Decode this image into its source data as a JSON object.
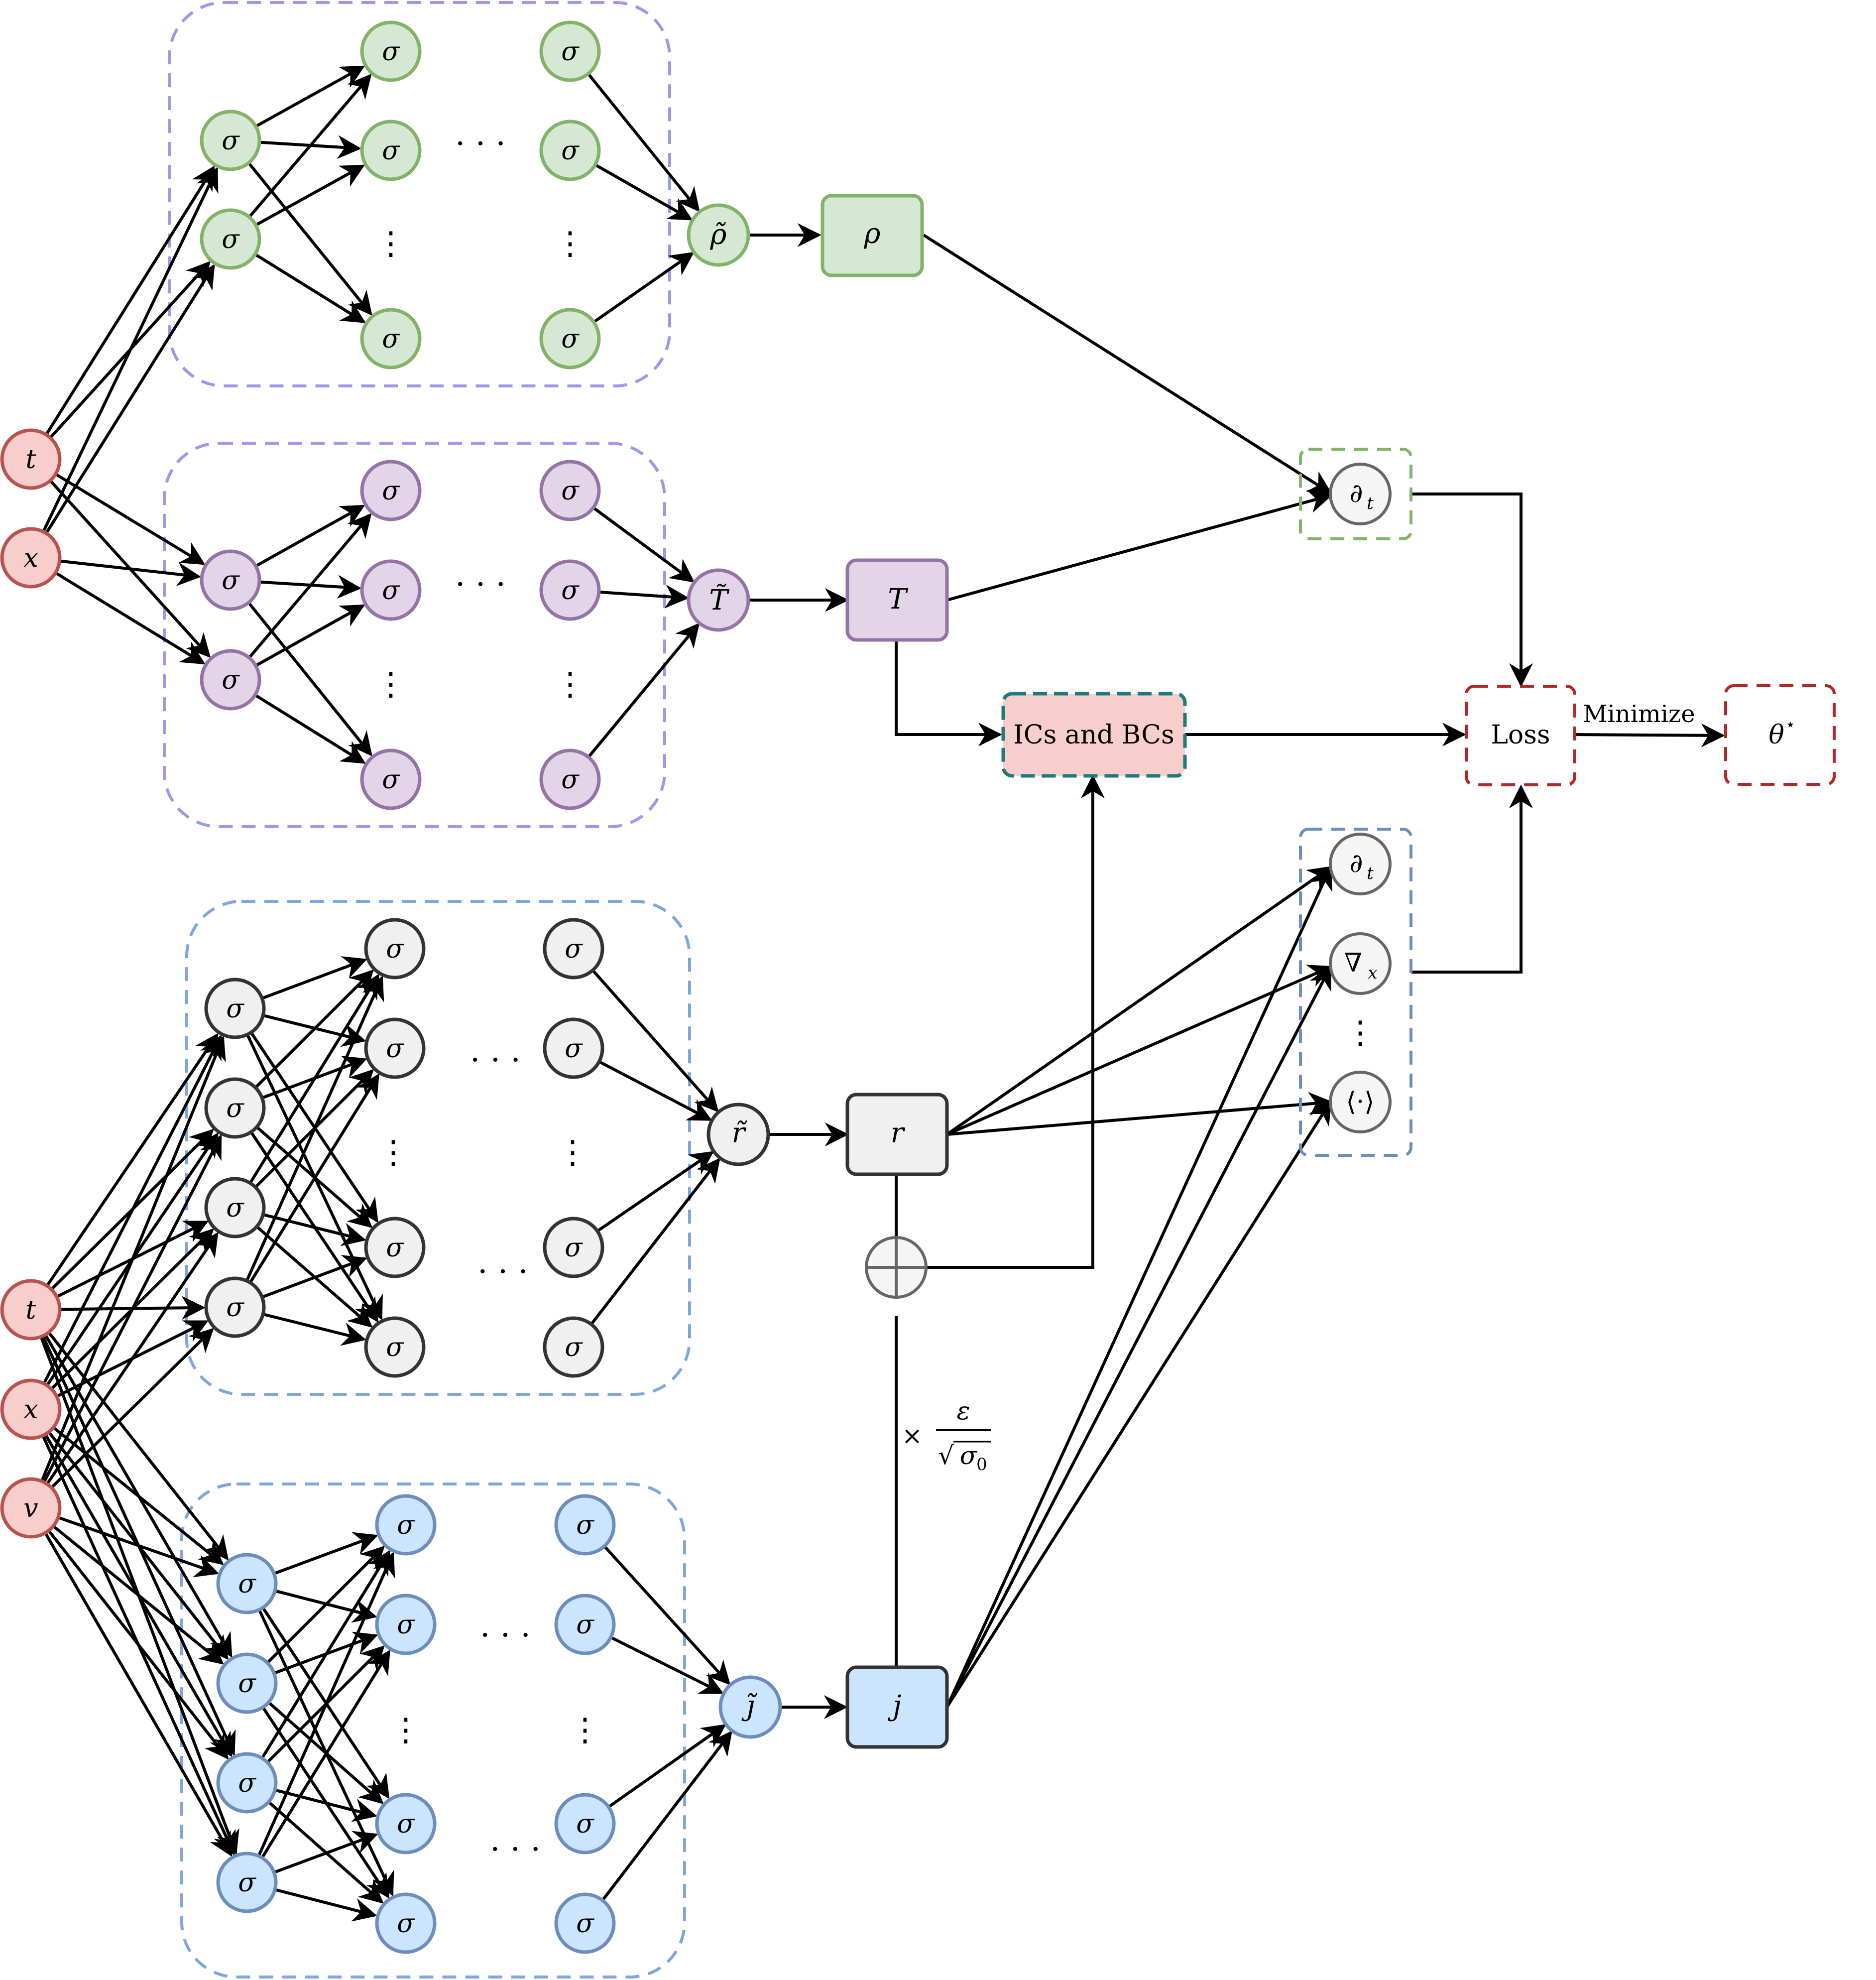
{
  "colors": {
    "input_fill": "#f8cecc",
    "input_stroke": "#b85450",
    "rho_fill": "#d5e8d4",
    "rho_stroke": "#82b366",
    "T_fill": "#e1d5e7",
    "T_stroke": "#9673a6",
    "r_fill": "#f0f0f0",
    "r_stroke": "#333333",
    "j_fill": "#cce5ff",
    "j_stroke": "#6c8ebf",
    "group_stroke_purple": "#9999ee",
    "group_stroke_blue": "#7ea6e0",
    "loss_stroke": "#b02828",
    "deriv_green": "#82b366",
    "deriv_blue": "#6c8ebf",
    "teal": "#1f7a7a",
    "op_stroke": "#666666"
  },
  "inputs": {
    "t": "t",
    "x": "x",
    "v": "v"
  },
  "neuron_label": "σ",
  "hdots": "· · ·",
  "vdots": "⋮",
  "outputs": {
    "rho_tilde": "ρ̃",
    "rho": "ρ",
    "T_tilde": "T̃",
    "T": "T",
    "r_tilde": "r̃",
    "r": "r",
    "j_tilde": "j̃",
    "j": "j"
  },
  "ops": {
    "dt": "∂",
    "dt_sub": "t",
    "nabla": "∇",
    "nabla_sub": "x",
    "avg": "⟨·⟩",
    "deriv_dots": "⋮",
    "plus": "+"
  },
  "icbc_label": "ICs and BCs",
  "loss_label": "Loss",
  "minimize_label": "Minimize",
  "theta": "θ",
  "theta_sup": "⋆",
  "scale_factor": {
    "times": "×",
    "numerator": "ε",
    "sqrt": "√",
    "den": "σ",
    "den_sub": "0"
  }
}
